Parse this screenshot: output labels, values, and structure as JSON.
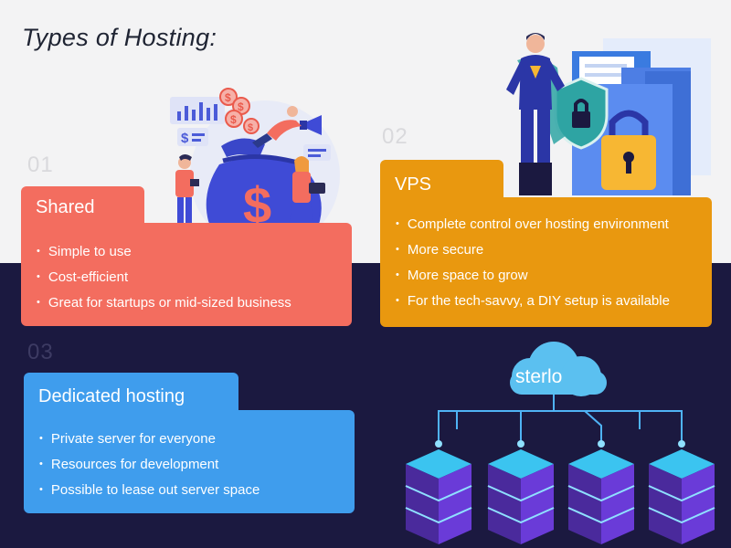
{
  "title": "Types of Hosting:",
  "colors": {
    "shared": "#f36d5f",
    "vps": "#e9980f",
    "dedicated": "#3f9ded",
    "bg_dark": "#1b1940",
    "bg_light": "#f3f3f4"
  },
  "cards": [
    {
      "number": "01",
      "label": "Shared",
      "bullets": [
        "Simple to use",
        "Cost-efficient",
        "Great for startups or mid-sized business"
      ]
    },
    {
      "number": "02",
      "label": "VPS",
      "bullets": [
        "Complete control over hosting environment",
        "More secure",
        "More space to grow",
        "For the tech-savvy, a DIY setup is available"
      ]
    },
    {
      "number": "03",
      "label": "Dedicated hosting",
      "bullets": [
        "Private server for everyone",
        "Resources for development",
        "Possible to lease out server space"
      ]
    }
  ],
  "illustrations": {
    "shared": [
      "money-bag-icon",
      "dollar-coin-icon",
      "bar-chart-icon",
      "megaphone-icon",
      "person-icon"
    ],
    "vps": [
      "superhero-icon",
      "shield-lock-icon",
      "padlock-icon",
      "folder-icon"
    ],
    "dedicated": {
      "brand": "sterlo",
      "icons": [
        "cloud-icon",
        "server-stack-icon"
      ]
    }
  }
}
